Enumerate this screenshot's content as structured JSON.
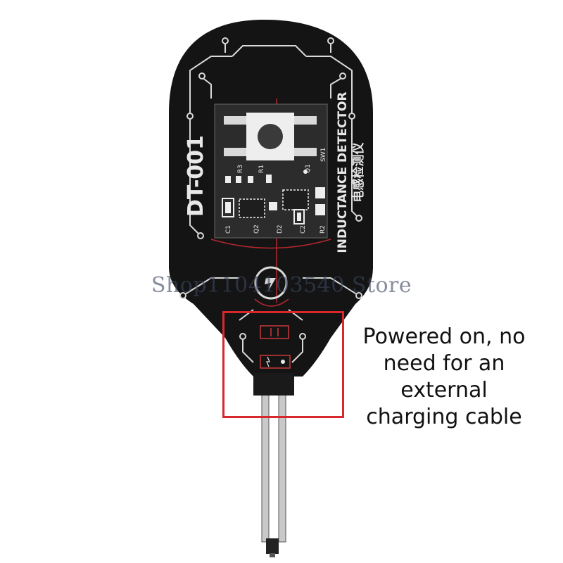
{
  "product": {
    "model_label": "DT-001",
    "title_en": "INDUCTANCE DETECTOR",
    "title_cn": "电感检测仪",
    "components": {
      "c1": "C1",
      "q2": "Q2",
      "d2": "D2",
      "c2": "C2",
      "r2": "R2",
      "r3": "R3",
      "r1": "R1",
      "q1": "Q1",
      "sw1": "SW1"
    }
  },
  "watermark": "Shop1104103540 Store",
  "caption": {
    "lines": [
      "Powered on, no",
      "need for an",
      "external",
      "charging cable"
    ]
  },
  "colors": {
    "pcb": "#111111",
    "trace": "#d9d9d9",
    "accent": "#b3282e",
    "highlight": "#d8282e",
    "text": "#111111"
  }
}
